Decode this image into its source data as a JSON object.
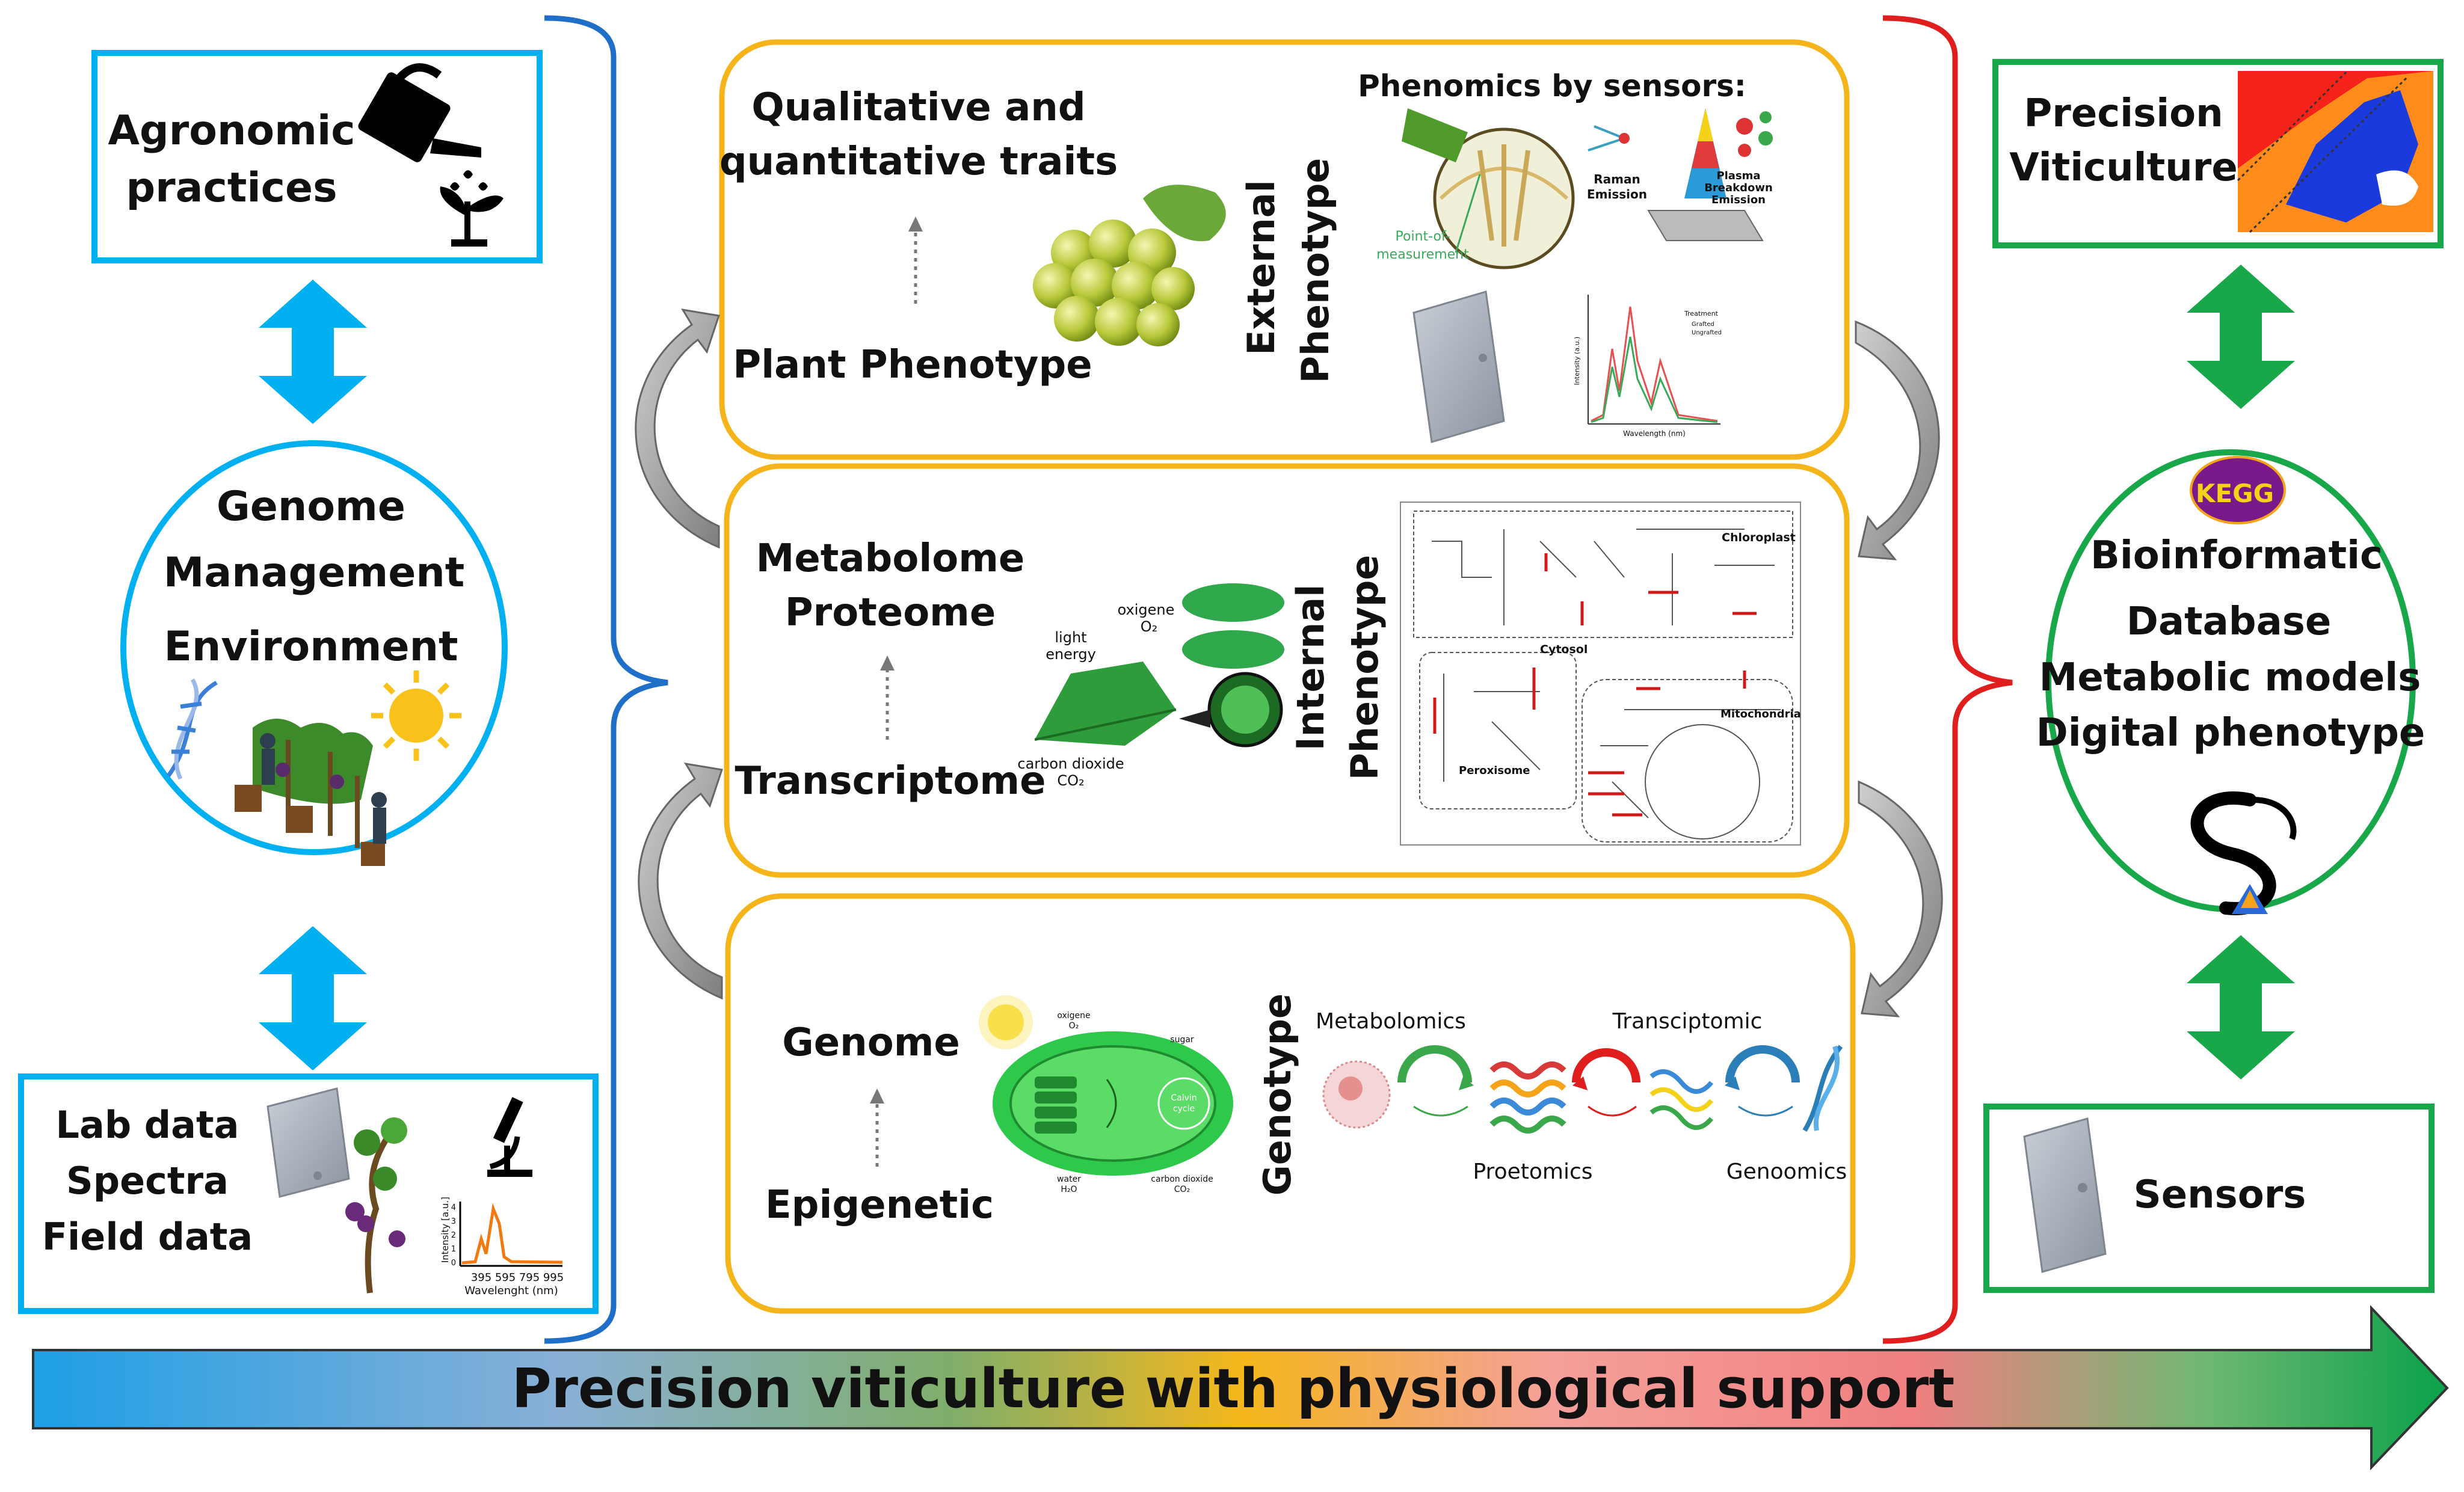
{
  "left": {
    "agronomic": [
      "Agronomic",
      "practices"
    ],
    "genome_box": [
      "Genome",
      "Management",
      "Environment"
    ],
    "lab": [
      "Lab data",
      "Spectra",
      "Field data"
    ],
    "spectrum_axis": {
      "ylabel": "Intensity [a.u.]",
      "xlabel": "Wavelenght (nm)",
      "xticks": [
        "395",
        "595",
        "795",
        "995"
      ],
      "yticks": [
        "4",
        "3",
        "2",
        "1",
        "0"
      ]
    }
  },
  "center": {
    "external": {
      "traits": [
        "Qualitative and",
        "quantitative traits"
      ],
      "plant_phenotype": "Plant Phenotype",
      "side_label": [
        "External",
        "Phenotype"
      ],
      "sensors_title": "Phenomics by sensors:",
      "labels": {
        "point": [
          "Point-of-",
          "measurement"
        ],
        "raman": [
          "Raman",
          "Emission"
        ],
        "plasma": [
          "Plasma",
          "Breakdown",
          "Emission"
        ],
        "legend_title": "Treatment",
        "legend_a": "Grafted",
        "legend_b": "Ungrafted",
        "x_label": "Wavelength (nm)",
        "y_label": "Intensity (a.u.)"
      }
    },
    "internal": {
      "metabolome": "Metabolome",
      "proteome": "Proteome",
      "transcriptome": "Transcriptome",
      "side_label": [
        "Internal",
        "Phenotype"
      ],
      "leaf_labels": {
        "oxigene": [
          "oxigene",
          "O₂"
        ],
        "light": [
          "light",
          "energy"
        ],
        "co2": [
          "carbon dioxide",
          "CO₂"
        ]
      },
      "map_labels": {
        "chloroplast": "Chloroplast",
        "cytosol": "Cytosol",
        "peroxisome": "Peroxisome",
        "mitochondria": "Mitochondria"
      }
    },
    "genotype": {
      "genome": "Genome",
      "epigenetic": "Epigenetic",
      "side_label": "Genotype",
      "metabolomics": "Metabolomics",
      "transcriptomic": "Transciptomic",
      "proteomics": "Proetomics",
      "genomics": "Genoomics",
      "chloro_labels": {
        "oxigene": [
          "oxigene",
          "O₂"
        ],
        "sugar": "sugar",
        "water": [
          "water",
          "H₂O"
        ],
        "co2": [
          "carbon dioxide",
          "CO₂"
        ],
        "calvin": [
          "Calvin",
          "cycle"
        ]
      }
    }
  },
  "right": {
    "precision": [
      "Precision",
      "Viticulture"
    ],
    "kegg": "KEGG",
    "bio_lines": [
      "Bioinformatic",
      "Database",
      "Metabolic models",
      "Digital phenotype"
    ],
    "sensors": "Sensors"
  },
  "banner": "Precision viticulture with physiological support",
  "colors": {
    "blue": "#00b0f0",
    "green": "#18a84a",
    "orange": "#f5b41a",
    "red": "#e01e1e",
    "gray_arrow": "#a6a6a6"
  }
}
